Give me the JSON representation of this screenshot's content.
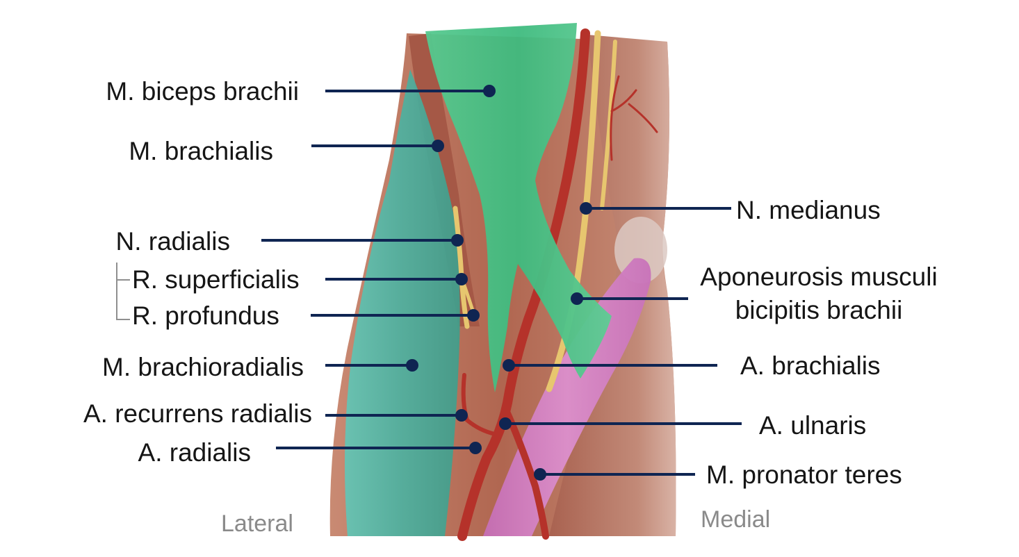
{
  "labels": {
    "biceps": "M. biceps brachii",
    "brachialis_m": "M. brachialis",
    "radialis_n": "N. radialis",
    "superficialis": "R. superficialis",
    "profundus": "R. profundus",
    "brachioradialis": "M. brachioradialis",
    "recurrens": "A. recurrens radialis",
    "radialis_a": "A. radialis",
    "medianus": "N. medianus",
    "aponeurosis_1": "Aponeurosis musculi",
    "aponeurosis_2": "bicipitis brachii",
    "brachialis_a": "A. brachialis",
    "ulnaris": "A. ulnaris",
    "pronator": "M. pronator teres"
  },
  "orientation": {
    "lateral": "Lateral",
    "medial": "Medial"
  },
  "colors": {
    "leader": "#0f2552",
    "biceps_highlight": "#3fc183",
    "brachioradialis_highlight": "#4fb9a8",
    "pronator_highlight": "#d57fc6",
    "muscle": "#b56b55",
    "artery": "#b8342a",
    "nerve": "#e8c872"
  }
}
